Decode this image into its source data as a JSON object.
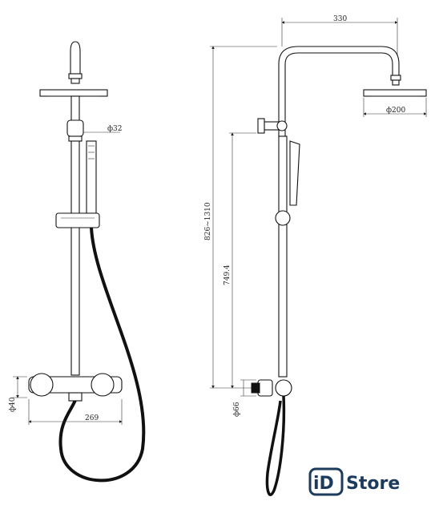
{
  "dimensions": {
    "arm_length": "330",
    "head_diameter": "ф200",
    "slider_diameter": "ф32",
    "total_height_range": "826~1310",
    "riser_length": "749.4",
    "valve_height": "ф40",
    "valve_width": "269",
    "inlet_diameter": "ф66"
  },
  "logo": {
    "prefix": "iD",
    "name": "Store",
    "color": "#1b3a5c"
  }
}
